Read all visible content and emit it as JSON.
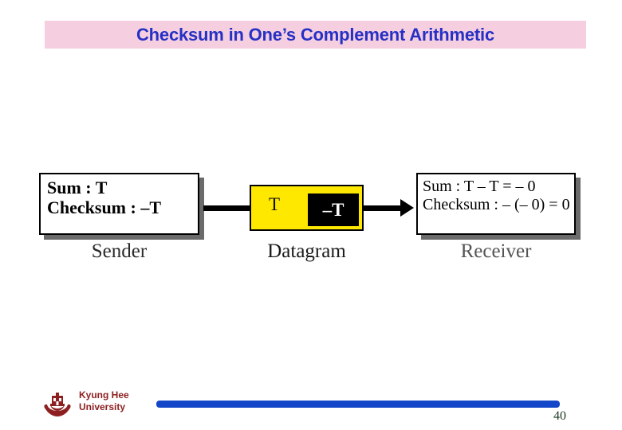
{
  "slide": {
    "title": "Checksum in One’s Complement Arithmetic",
    "title_band_color": "#f5cfe0",
    "title_text_color": "#2630c4",
    "page_number": "40"
  },
  "diagram": {
    "sender": {
      "line1": "Sum : T",
      "line2": "Checksum : –T",
      "caption": "Sender"
    },
    "datagram": {
      "field_t": "T",
      "field_neg_t": "–T",
      "caption": "Datagram",
      "fill_color": "#ffe800",
      "checksum_field_color": "#000000"
    },
    "receiver": {
      "line1": "Sum : T – T = – 0",
      "line2": "Checksum : – (– 0) = 0",
      "caption": "Receiver"
    },
    "connector_1_icon": "line-connector",
    "connector_2_icon": "arrow-right-icon"
  },
  "footer": {
    "logo_icon": "kyung-hee-university-crest-icon",
    "org_line1": "Kyung Hee",
    "org_line2": "University",
    "org_color": "#8e1f20",
    "bar_color": "#1346c8"
  }
}
